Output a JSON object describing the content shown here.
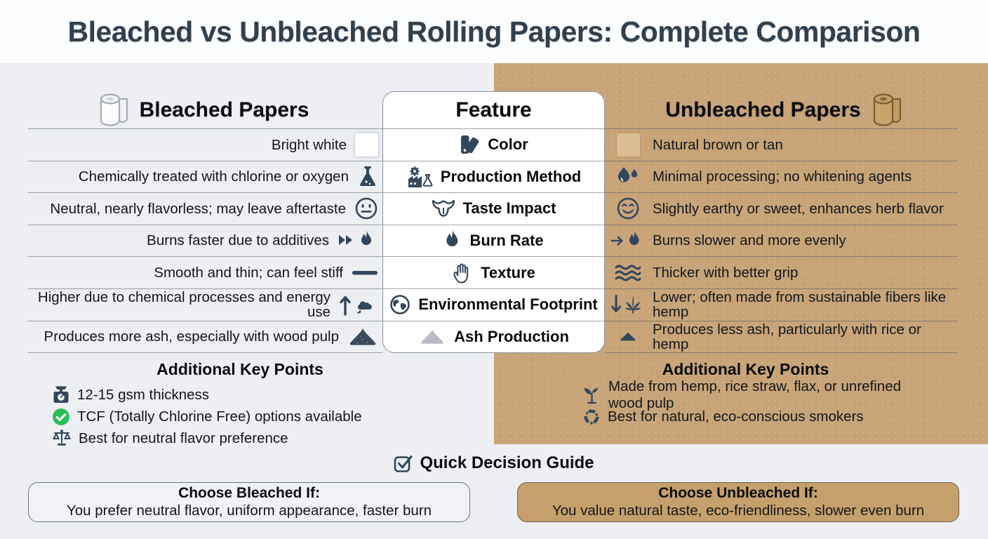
{
  "title": "Bleached vs Unbleached Rolling Papers: Complete Comparison",
  "table": {
    "left_header": {
      "label": "Bleached Papers",
      "icon": "paper-roll-white-icon"
    },
    "center_header": {
      "label": "Feature"
    },
    "right_header": {
      "label": "Unbleached Papers",
      "icon": "paper-roll-tan-icon"
    },
    "rows": [
      {
        "feature": "Color",
        "feature_icon": "color-swatch-icon",
        "bleached": "Bright white",
        "bleached_icon": "white-swatch",
        "unbleached": "Natural brown or tan",
        "unbleached_icon": "tan-swatch"
      },
      {
        "feature": "Production Method",
        "feature_icon": "factory-gear-icon",
        "bleached": "Chemically treated with chlorine or oxygen",
        "bleached_icon": "flask-icon",
        "unbleached": "Minimal processing; no whitening agents",
        "unbleached_icon": "water-drops-icon"
      },
      {
        "feature": "Taste Impact",
        "feature_icon": "tongue-icon",
        "bleached": "Neutral, nearly flavorless; may leave aftertaste",
        "bleached_icon": "neutral-face-icon",
        "unbleached": "Slightly earthy or sweet, enhances herb flavor",
        "unbleached_icon": "smiley-face-icon"
      },
      {
        "feature": "Burn Rate",
        "feature_icon": "flame-icon",
        "bleached": "Burns faster due to additives",
        "bleached_icon": "fast-forward-flame-icon",
        "unbleached": "Burns slower and more evenly",
        "unbleached_icon": "arrow-right-flame-icon"
      },
      {
        "feature": "Texture",
        "feature_icon": "hand-icon",
        "bleached": "Smooth and thin; can feel stiff",
        "bleached_icon": "thin-line-icon",
        "unbleached": "Thicker with better grip",
        "unbleached_icon": "waves-icon"
      },
      {
        "feature": "Environmental Footprint",
        "feature_icon": "globe-icon",
        "bleached": "Higher due to chemical processes and energy use",
        "bleached_icon": "arrow-up-smoke-icon",
        "unbleached": "Lower; often made from sustainable fibers like hemp",
        "unbleached_icon": "arrow-down-hemp-leaf-icon"
      },
      {
        "feature": "Ash Production",
        "feature_icon": "ash-pile-gray-icon",
        "bleached": "Produces more ash, especially with wood pulp",
        "bleached_icon": "ash-pile-dark-icon",
        "unbleached": "Produces less ash, particularly with rice or hemp",
        "unbleached_icon": "ash-mound-small-icon"
      }
    ]
  },
  "bleached_points": {
    "title": "Additional Key Points",
    "items": [
      {
        "icon": "kitchen-scale-icon",
        "text": "12-15 gsm thickness"
      },
      {
        "icon": "check-circle-icon",
        "text": "TCF (Totally Chlorine Free) options available"
      },
      {
        "icon": "balance-scale-icon",
        "text": "Best for neutral flavor preference"
      }
    ]
  },
  "unbleached_points": {
    "title": "Additional Key Points",
    "items": [
      {
        "icon": "seedling-icon",
        "text": "Made from hemp, rice straw, flax, or unrefined wood pulp"
      },
      {
        "icon": "recycle-icon",
        "text": "Best for natural, eco-conscious smokers"
      }
    ]
  },
  "decision_guide": {
    "title": "Quick Decision Guide",
    "icon": "checkbox-check-icon",
    "bleached_box": {
      "title": "Choose Bleached If:",
      "text": "You prefer neutral flavor, uniform appearance, faster burn"
    },
    "unbleached_box": {
      "title": "Choose Unbleached If:",
      "text": "You value natural taste, eco-friendliness, slower even burn"
    }
  },
  "colors": {
    "kraft_background": "#c8a478",
    "light_background": "#edeff3",
    "title_navy": "#31404f",
    "icon_navy": "#33475c",
    "tan_swatch": "#dcbd92",
    "white_swatch": "#ffffff",
    "check_green": "#2ebd59",
    "unbleached_box_background": "#c6a06c",
    "bleached_box_background": "#f0f2f5"
  }
}
